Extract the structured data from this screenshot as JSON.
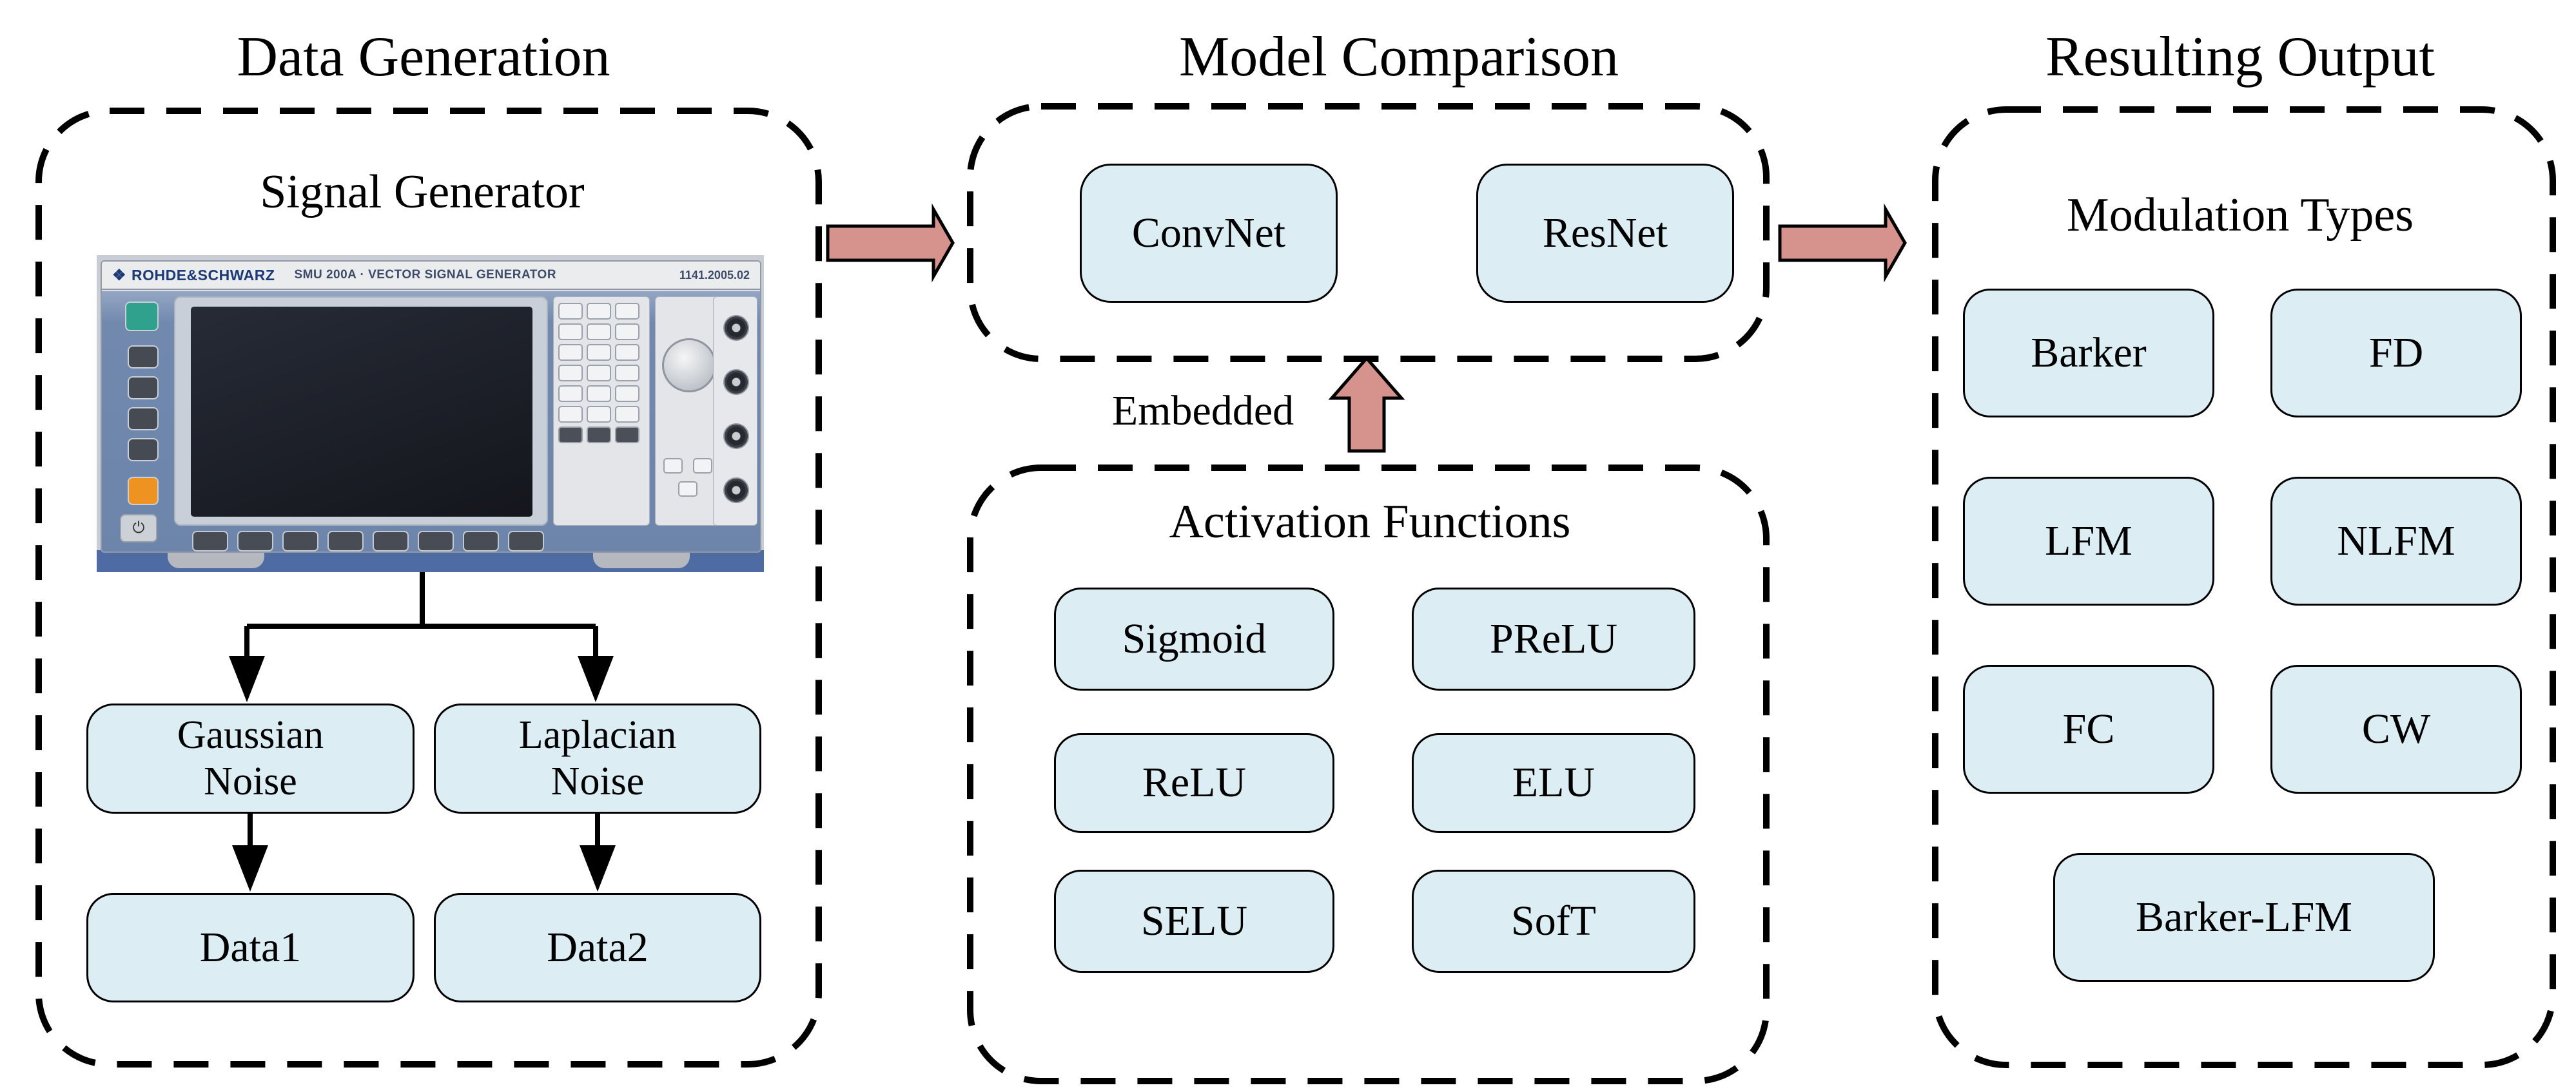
{
  "colors": {
    "box_fill": "#dcedf4",
    "box_border": "#000000",
    "arrow_fill": "#d6928d",
    "line": "#000000"
  },
  "titles": {
    "left": "Data Generation",
    "middle": "Model Comparison",
    "right": "Resulting Output"
  },
  "data_generation": {
    "subtitle": "Signal Generator",
    "device": {
      "brand": "ROHDE&SCHWARZ",
      "model": "SMU 200A · VECTOR SIGNAL GENERATOR",
      "part_number": "1141.2005.02",
      "power_icon": "⏻"
    },
    "noise1_line1": "Gaussian",
    "noise1_line2": "Noise",
    "noise2_line1": "Laplacian",
    "noise2_line2": "Noise",
    "data1": "Data1",
    "data2": "Data2"
  },
  "model_comparison": {
    "models": [
      "ConvNet",
      "ResNet"
    ],
    "embedded_label": "Embedded"
  },
  "activation_functions": {
    "title": "Activation Functions",
    "items": [
      "Sigmoid",
      "PReLU",
      "ReLU",
      "ELU",
      "SELU",
      "SofT"
    ]
  },
  "resulting_output": {
    "subtitle": "Modulation Types",
    "types": [
      "Barker",
      "FD",
      "LFM",
      "NLFM",
      "FC",
      "CW",
      "Barker-LFM"
    ]
  }
}
